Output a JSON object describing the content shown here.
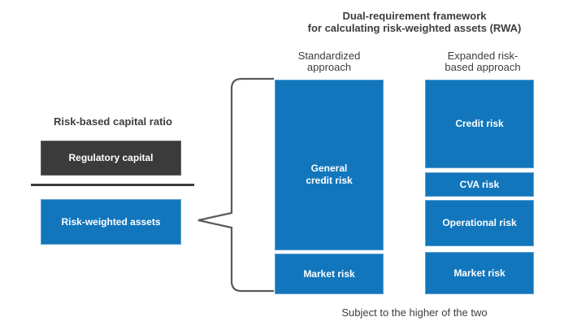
{
  "framework": {
    "title": "Dual-requirement framework\nfor calculating risk-weighted assets (RWA)",
    "footnote": "Subject to the higher of the two",
    "standardized": {
      "header": "Standardized\napproach",
      "boxes": [
        {
          "label": "General\ncredit risk"
        },
        {
          "label": "Market risk"
        }
      ]
    },
    "expanded": {
      "header": "Expanded risk-\nbased approach",
      "boxes": [
        {
          "label": "Credit risk"
        },
        {
          "label": "CVA risk"
        },
        {
          "label": "Operational risk"
        },
        {
          "label": "Market risk"
        }
      ]
    }
  },
  "capital_ratio": {
    "title": "Risk-based capital ratio",
    "numerator": "Regulatory capital",
    "denominator": "Risk-weighted assets"
  },
  "colors": {
    "primary_blue": "#1276bc",
    "dark_box": "#3b3b3b",
    "text_dark": "#3d3d3d",
    "brace_gray": "#58595b"
  }
}
